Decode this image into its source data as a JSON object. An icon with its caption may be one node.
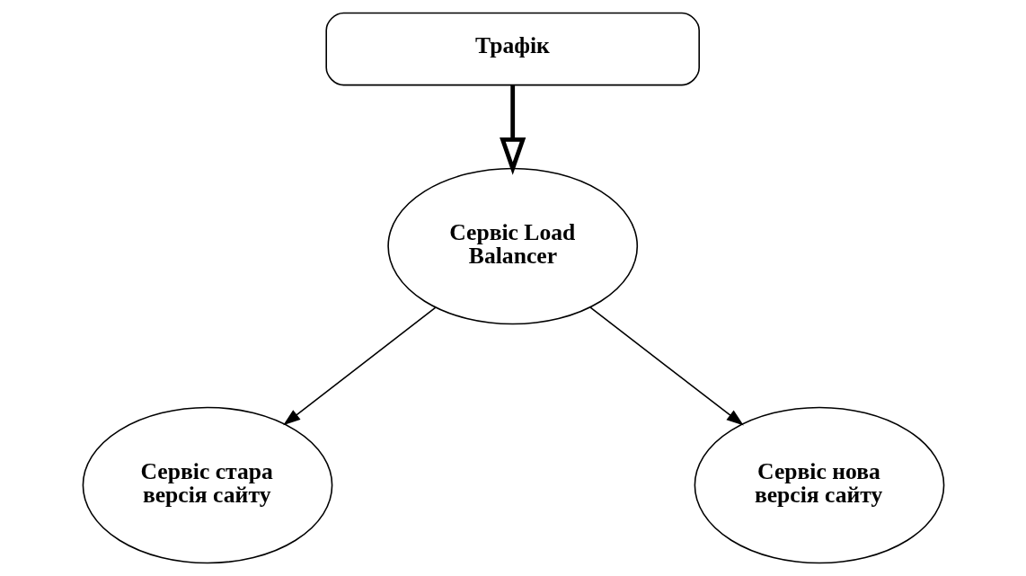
{
  "diagram": {
    "nodes": [
      {
        "text": [
          "Трафік"
        ]
      },
      {
        "text": [
          "Сервіс Load Balancer"
        ]
      },
      {
        "text": [
          "Сервіс стара версія сайту"
        ]
      },
      {
        "text": [
          "Сервіс нова версія сайту"
        ]
      }
    ],
    "edges": [
      {
        "from": 0,
        "to": 1,
        "arrow": "to",
        "style": "thick"
      },
      {
        "from": 1,
        "to": 2,
        "arrow": "to"
      },
      {
        "from": 1,
        "to": 3,
        "arrow": "to"
      }
    ]
  }
}
